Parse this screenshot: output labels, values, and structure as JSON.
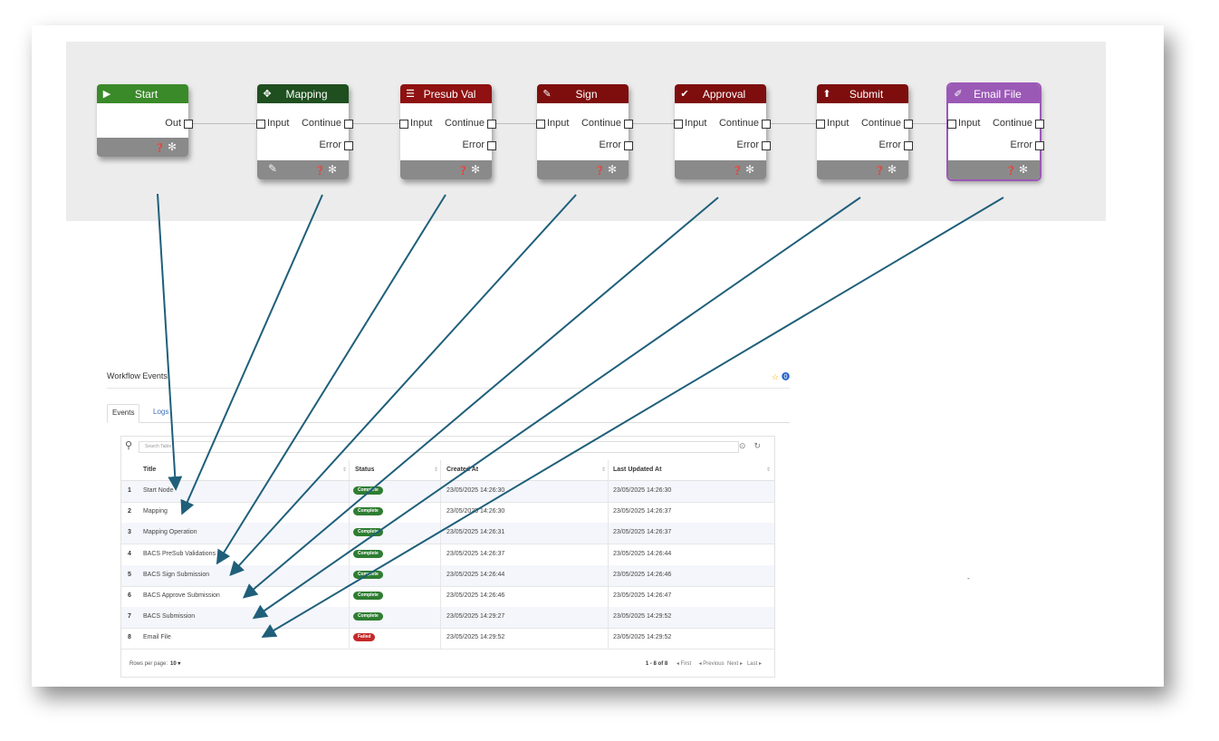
{
  "workflow": {
    "nodes": [
      {
        "title": "Start",
        "icon": "play-icon",
        "glyph": "▶",
        "color": "#3b8a2a",
        "ports_in": [],
        "ports_out": [
          "Out"
        ],
        "edit": false
      },
      {
        "title": "Mapping",
        "icon": "move-icon",
        "glyph": "✥",
        "color": "#1f4f1f",
        "ports_in": [
          "Input"
        ],
        "ports_out": [
          "Continue",
          "Error"
        ],
        "edit": true
      },
      {
        "title": "Presub Val",
        "icon": "list-icon",
        "glyph": "☰",
        "color": "#8f1111",
        "ports_in": [
          "Input"
        ],
        "ports_out": [
          "Continue",
          "Error"
        ],
        "edit": false
      },
      {
        "title": "Sign",
        "icon": "key-icon",
        "glyph": "✎",
        "color": "#7e0e0e",
        "ports_in": [
          "Input"
        ],
        "ports_out": [
          "Continue",
          "Error"
        ],
        "edit": false
      },
      {
        "title": "Approval",
        "icon": "check-icon",
        "glyph": "✔",
        "color": "#7e0e0e",
        "ports_in": [
          "Input"
        ],
        "ports_out": [
          "Continue",
          "Error"
        ],
        "edit": false
      },
      {
        "title": "Submit",
        "icon": "upload-icon",
        "glyph": "⬆",
        "color": "#7e0e0e",
        "ports_in": [
          "Input"
        ],
        "ports_out": [
          "Continue",
          "Error"
        ],
        "edit": false
      },
      {
        "title": "Email File",
        "icon": "paperclip-icon",
        "glyph": "✐",
        "color": "#9b59b6",
        "ports_in": [
          "Input"
        ],
        "ports_out": [
          "Continue",
          "Error"
        ],
        "edit": false,
        "selected": true
      }
    ]
  },
  "panel": {
    "title": "Workflow Events",
    "tabs": [
      {
        "label": "Events"
      },
      {
        "label": "Logs"
      }
    ]
  },
  "table": {
    "search_placeholder": "Search Table",
    "columns": [
      "Title",
      "Status",
      "Created At",
      "Last Updated At"
    ],
    "rows": [
      {
        "num": "1",
        "title": "Start Node",
        "status": "Complete",
        "created": "23/05/2025 14:26:30",
        "updated": "23/05/2025 14:26:30"
      },
      {
        "num": "2",
        "title": "Mapping",
        "status": "Complete",
        "created": "23/05/2025 14:26:30",
        "updated": "23/05/2025 14:26:37"
      },
      {
        "num": "3",
        "title": "Mapping Operation",
        "status": "Complete",
        "created": "23/05/2025 14:26:31",
        "updated": "23/05/2025 14:26:37"
      },
      {
        "num": "4",
        "title": "BACS PreSub Validations",
        "status": "Complete",
        "created": "23/05/2025 14:26:37",
        "updated": "23/05/2025 14:26:44"
      },
      {
        "num": "5",
        "title": "BACS Sign Submission",
        "status": "Complete",
        "created": "23/05/2025 14:26:44",
        "updated": "23/05/2025 14:26:46"
      },
      {
        "num": "6",
        "title": "BACS Approve Submission",
        "status": "Complete",
        "created": "23/05/2025 14:26:46",
        "updated": "23/05/2025 14:26:47"
      },
      {
        "num": "7",
        "title": "BACS Submission",
        "status": "Complete",
        "created": "23/05/2025 14:29:27",
        "updated": "23/05/2025 14:29:52"
      },
      {
        "num": "8",
        "title": "Email File",
        "status": "Failed",
        "created": "23/05/2025 14:29:52",
        "updated": "23/05/2025 14:29:52"
      }
    ],
    "rows_per_page_label": "Rows per page:",
    "rows_per_page_value": "10 ▾",
    "range": "1 - 8 of 8",
    "pager": {
      "first": "◂ First",
      "previous": "◂ Previous",
      "next": "Next ▸",
      "last": "Last ▸"
    }
  },
  "colors": {
    "complete": "#2e7d32",
    "failed": "#c62828",
    "arrow": "#1f5f7a"
  },
  "misc": {
    "dash": "-"
  }
}
